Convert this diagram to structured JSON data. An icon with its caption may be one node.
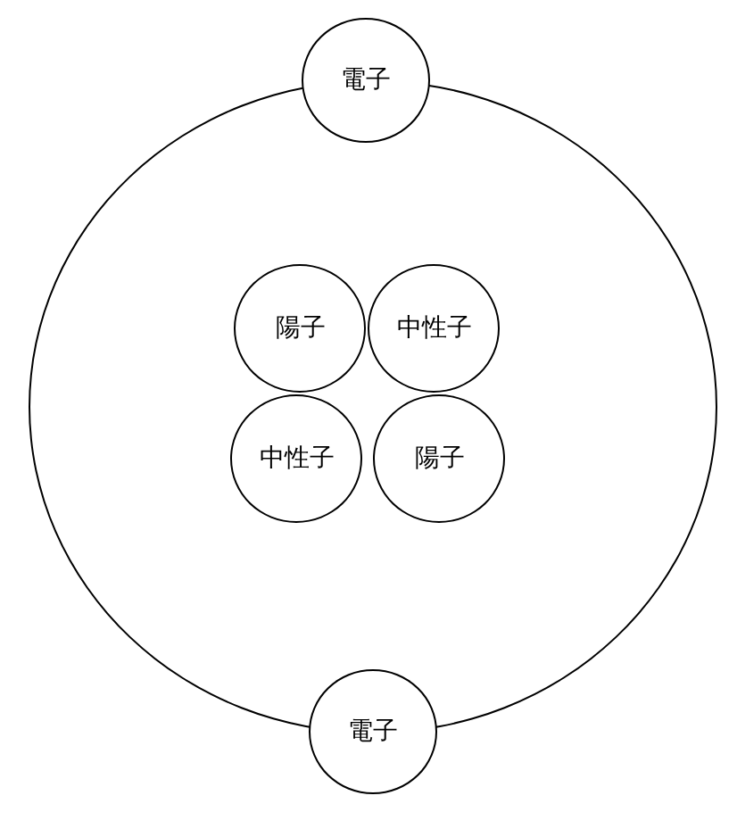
{
  "diagram": {
    "nodes": [
      {
        "text": [],
        "shape": "circle"
      },
      {
        "text": [
          "電子"
        ]
      },
      {
        "text": [
          "陽子"
        ],
        "in": 0
      },
      {
        "text": [
          "中性子"
        ],
        "in": 0
      },
      {
        "text": [
          "中性子"
        ],
        "in": 0
      },
      {
        "text": [
          "陽子"
        ],
        "in": 0
      },
      {
        "text": [
          "電子"
        ]
      }
    ],
    "edges": []
  }
}
